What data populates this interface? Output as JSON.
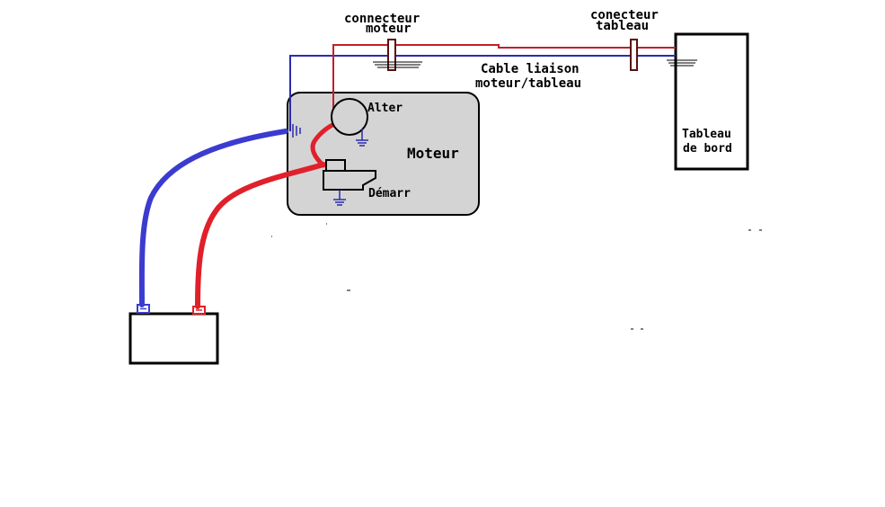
{
  "labels": {
    "connector_engine_line1": "connecteur",
    "connector_engine_line2": "moteur",
    "connector_panel_line1": "conecteur",
    "connector_panel_line2": "tableau",
    "cable_line1": "Cable liaison",
    "cable_line2": "moteur/tableau",
    "alternator": "Alter",
    "engine": "Moteur",
    "starter": "Démarr",
    "dashboard_line1": "Tableau",
    "dashboard_line2": "de bord"
  },
  "colors": {
    "negative_wire": "#3b3bd0",
    "positive_wire": "#e0202a",
    "thin_negative": "#2b2bb0",
    "thin_positive": "#c0202a",
    "engine_fill": "#d4d4d4",
    "outline": "#000000"
  },
  "icons": {
    "ground": "ground-icon",
    "alternator": "alternator-icon",
    "battery": "battery-icon",
    "connector": "connector-icon"
  }
}
